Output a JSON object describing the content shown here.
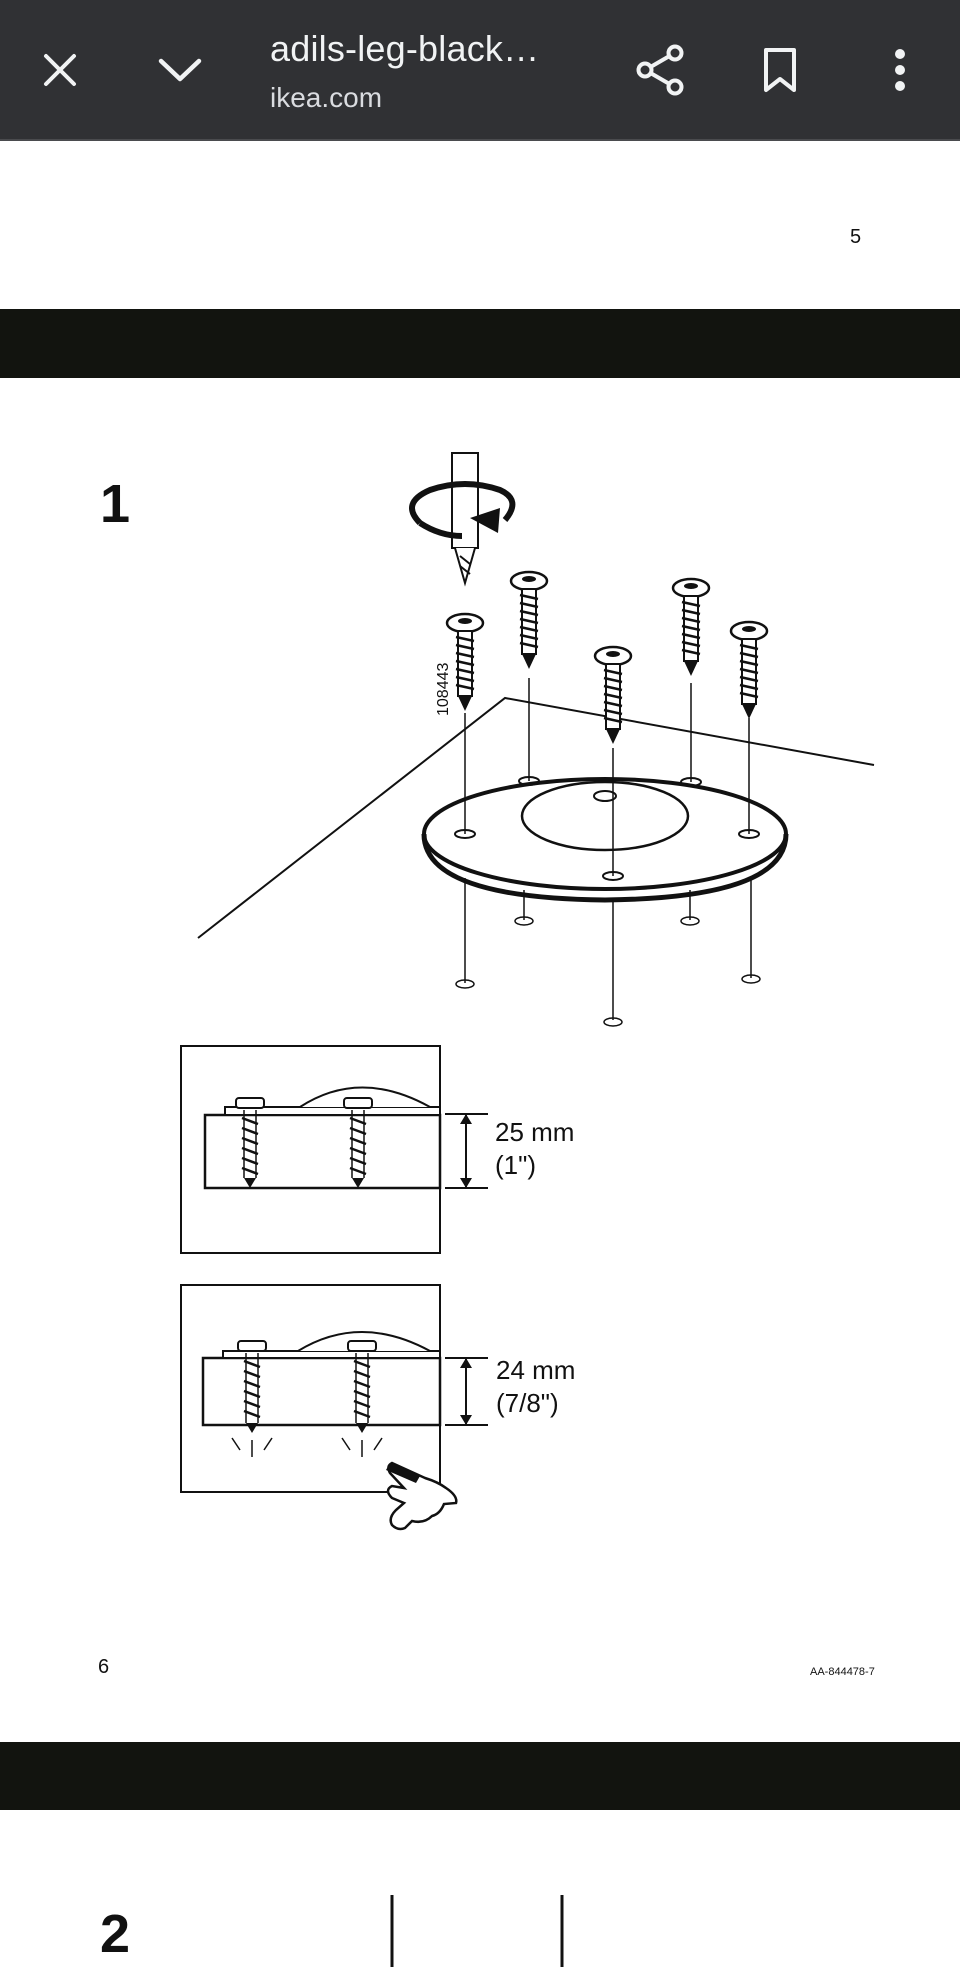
{
  "browser": {
    "title": "adils-leg-black…",
    "domain": "ikea.com",
    "icons": [
      "close-icon",
      "chevron-down-icon",
      "share-icon",
      "bookmark-icon",
      "more-vert-icon"
    ]
  },
  "document": {
    "page_top_number": "5",
    "step1_number": "1",
    "screw_code": "108443",
    "measure_ok_value": "25 mm",
    "measure_ok_imperial": "(1\")",
    "measure_bad_value": "24 mm",
    "measure_bad_imperial": "(7/8\")",
    "page_bottom_number": "6",
    "doc_code": "AA-844478-7",
    "step2_number": "2"
  }
}
